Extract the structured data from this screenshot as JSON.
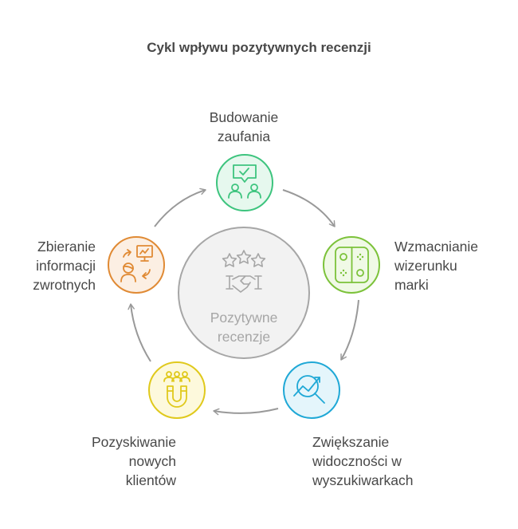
{
  "title": "Cykl wpływu pozytywnych recenzji",
  "center": {
    "label": "Pozytywne\nrecenzje",
    "icon": "stars-handshake-icon",
    "color": "#a6a6a6",
    "fill": "#f2f2f2"
  },
  "nodes": [
    {
      "label": "Budowanie\nzaufania",
      "icon": "people-chat-check-icon",
      "stroke": "#3dc47e",
      "fill": "#e6f8ee"
    },
    {
      "label": "Wzmacnianie\nwizerunku\nmarki",
      "icon": "game-controller-icon",
      "stroke": "#7cc23a",
      "fill": "#f0f9e6"
    },
    {
      "label": "Zwiększanie\nwidoczności w\nwyszukiwarkach",
      "icon": "search-trend-icon",
      "stroke": "#1fa8d6",
      "fill": "#e4f5fb"
    },
    {
      "label": "Pozyskiwanie\nnowych\nklientów",
      "icon": "magnet-people-icon",
      "stroke": "#e0c91c",
      "fill": "#fdf9dc"
    },
    {
      "label": "Zbieranie\ninformacji\nzwrotnych",
      "icon": "feedback-cycle-icon",
      "stroke": "#e08a34",
      "fill": "#fcefe3"
    }
  ],
  "arrow_color": "#999999"
}
